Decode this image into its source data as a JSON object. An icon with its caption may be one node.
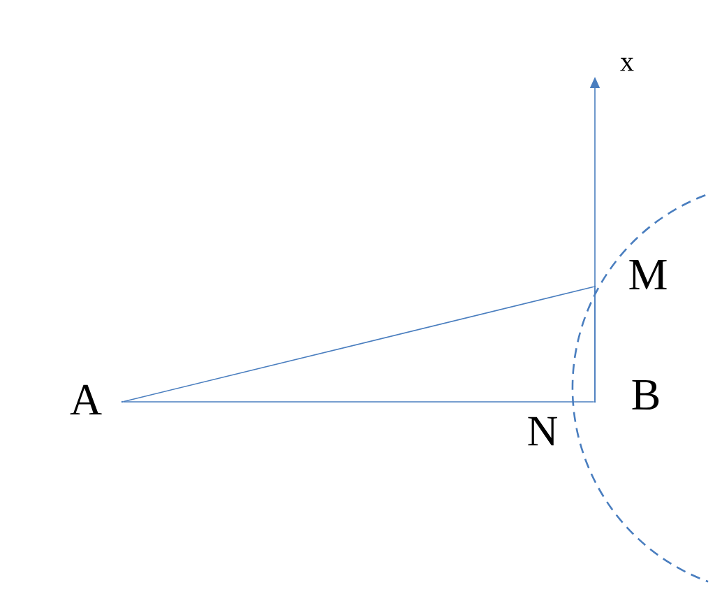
{
  "diagram": {
    "nodes": [
      {
        "text": [],
        "shape": "point",
        "beside": [
          "A"
        ]
      },
      {
        "text": [],
        "shape": "point",
        "beside": [
          "B"
        ]
      },
      {
        "text": [],
        "shape": "point",
        "beside": [
          "M"
        ]
      }
    ],
    "edges": [
      {
        "from": 0,
        "to": 1,
        "arrow": "none"
      },
      {
        "from": 1,
        "to": 2,
        "arrow": "none"
      },
      {
        "from": 0,
        "to": 2,
        "arrow": "none"
      }
    ],
    "labels": [
      "x",
      "N"
    ]
  }
}
